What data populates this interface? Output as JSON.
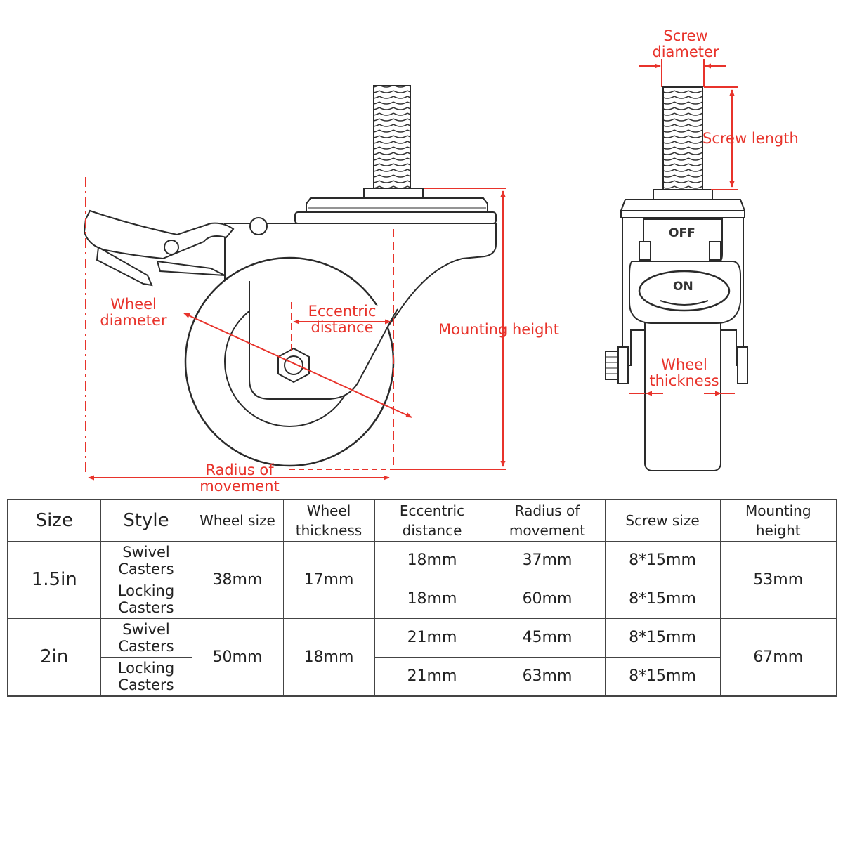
{
  "diagram": {
    "labels": {
      "wheel_diameter": [
        "Wheel",
        "diameter"
      ],
      "eccentric_distance": [
        "Eccentric",
        "distance"
      ],
      "mounting_height": "Mounting height",
      "radius_of_movement": [
        "Radius of",
        "movement"
      ],
      "screw_diameter": [
        "Screw",
        "diameter"
      ],
      "screw_length": "Screw length",
      "wheel_thickness": [
        "Wheel",
        "thickness"
      ]
    },
    "brake_marks": {
      "off": "OFF",
      "on": "ON"
    },
    "colors": {
      "dimension": "#e8332b",
      "outline": "#2a2a2a",
      "fill": "#ffffff"
    }
  },
  "table": {
    "headers": [
      "Size",
      "Style",
      "Wheel size",
      [
        "Wheel",
        "thickness"
      ],
      [
        "Eccentric",
        "distance"
      ],
      [
        "Radius of",
        "movement"
      ],
      "Screw size",
      [
        "Mounting",
        "height"
      ]
    ],
    "groups": [
      {
        "size": "1.5in",
        "wheel_size": "38mm",
        "wheel_thickness": "17mm",
        "mounting_height": "53mm",
        "rows": [
          {
            "style": [
              "Swivel",
              "Casters"
            ],
            "eccentric": "18mm",
            "radius": "37mm",
            "screw": "8*15mm"
          },
          {
            "style": [
              "Locking",
              "Casters"
            ],
            "eccentric": "18mm",
            "radius": "60mm",
            "screw": "8*15mm"
          }
        ]
      },
      {
        "size": "2in",
        "wheel_size": "50mm",
        "wheel_thickness": "18mm",
        "mounting_height": "67mm",
        "rows": [
          {
            "style": [
              "Swivel",
              "Casters"
            ],
            "eccentric": "21mm",
            "radius": "45mm",
            "screw": "8*15mm"
          },
          {
            "style": [
              "Locking",
              "Casters"
            ],
            "eccentric": "21mm",
            "radius": "63mm",
            "screw": "8*15mm"
          }
        ]
      }
    ]
  }
}
